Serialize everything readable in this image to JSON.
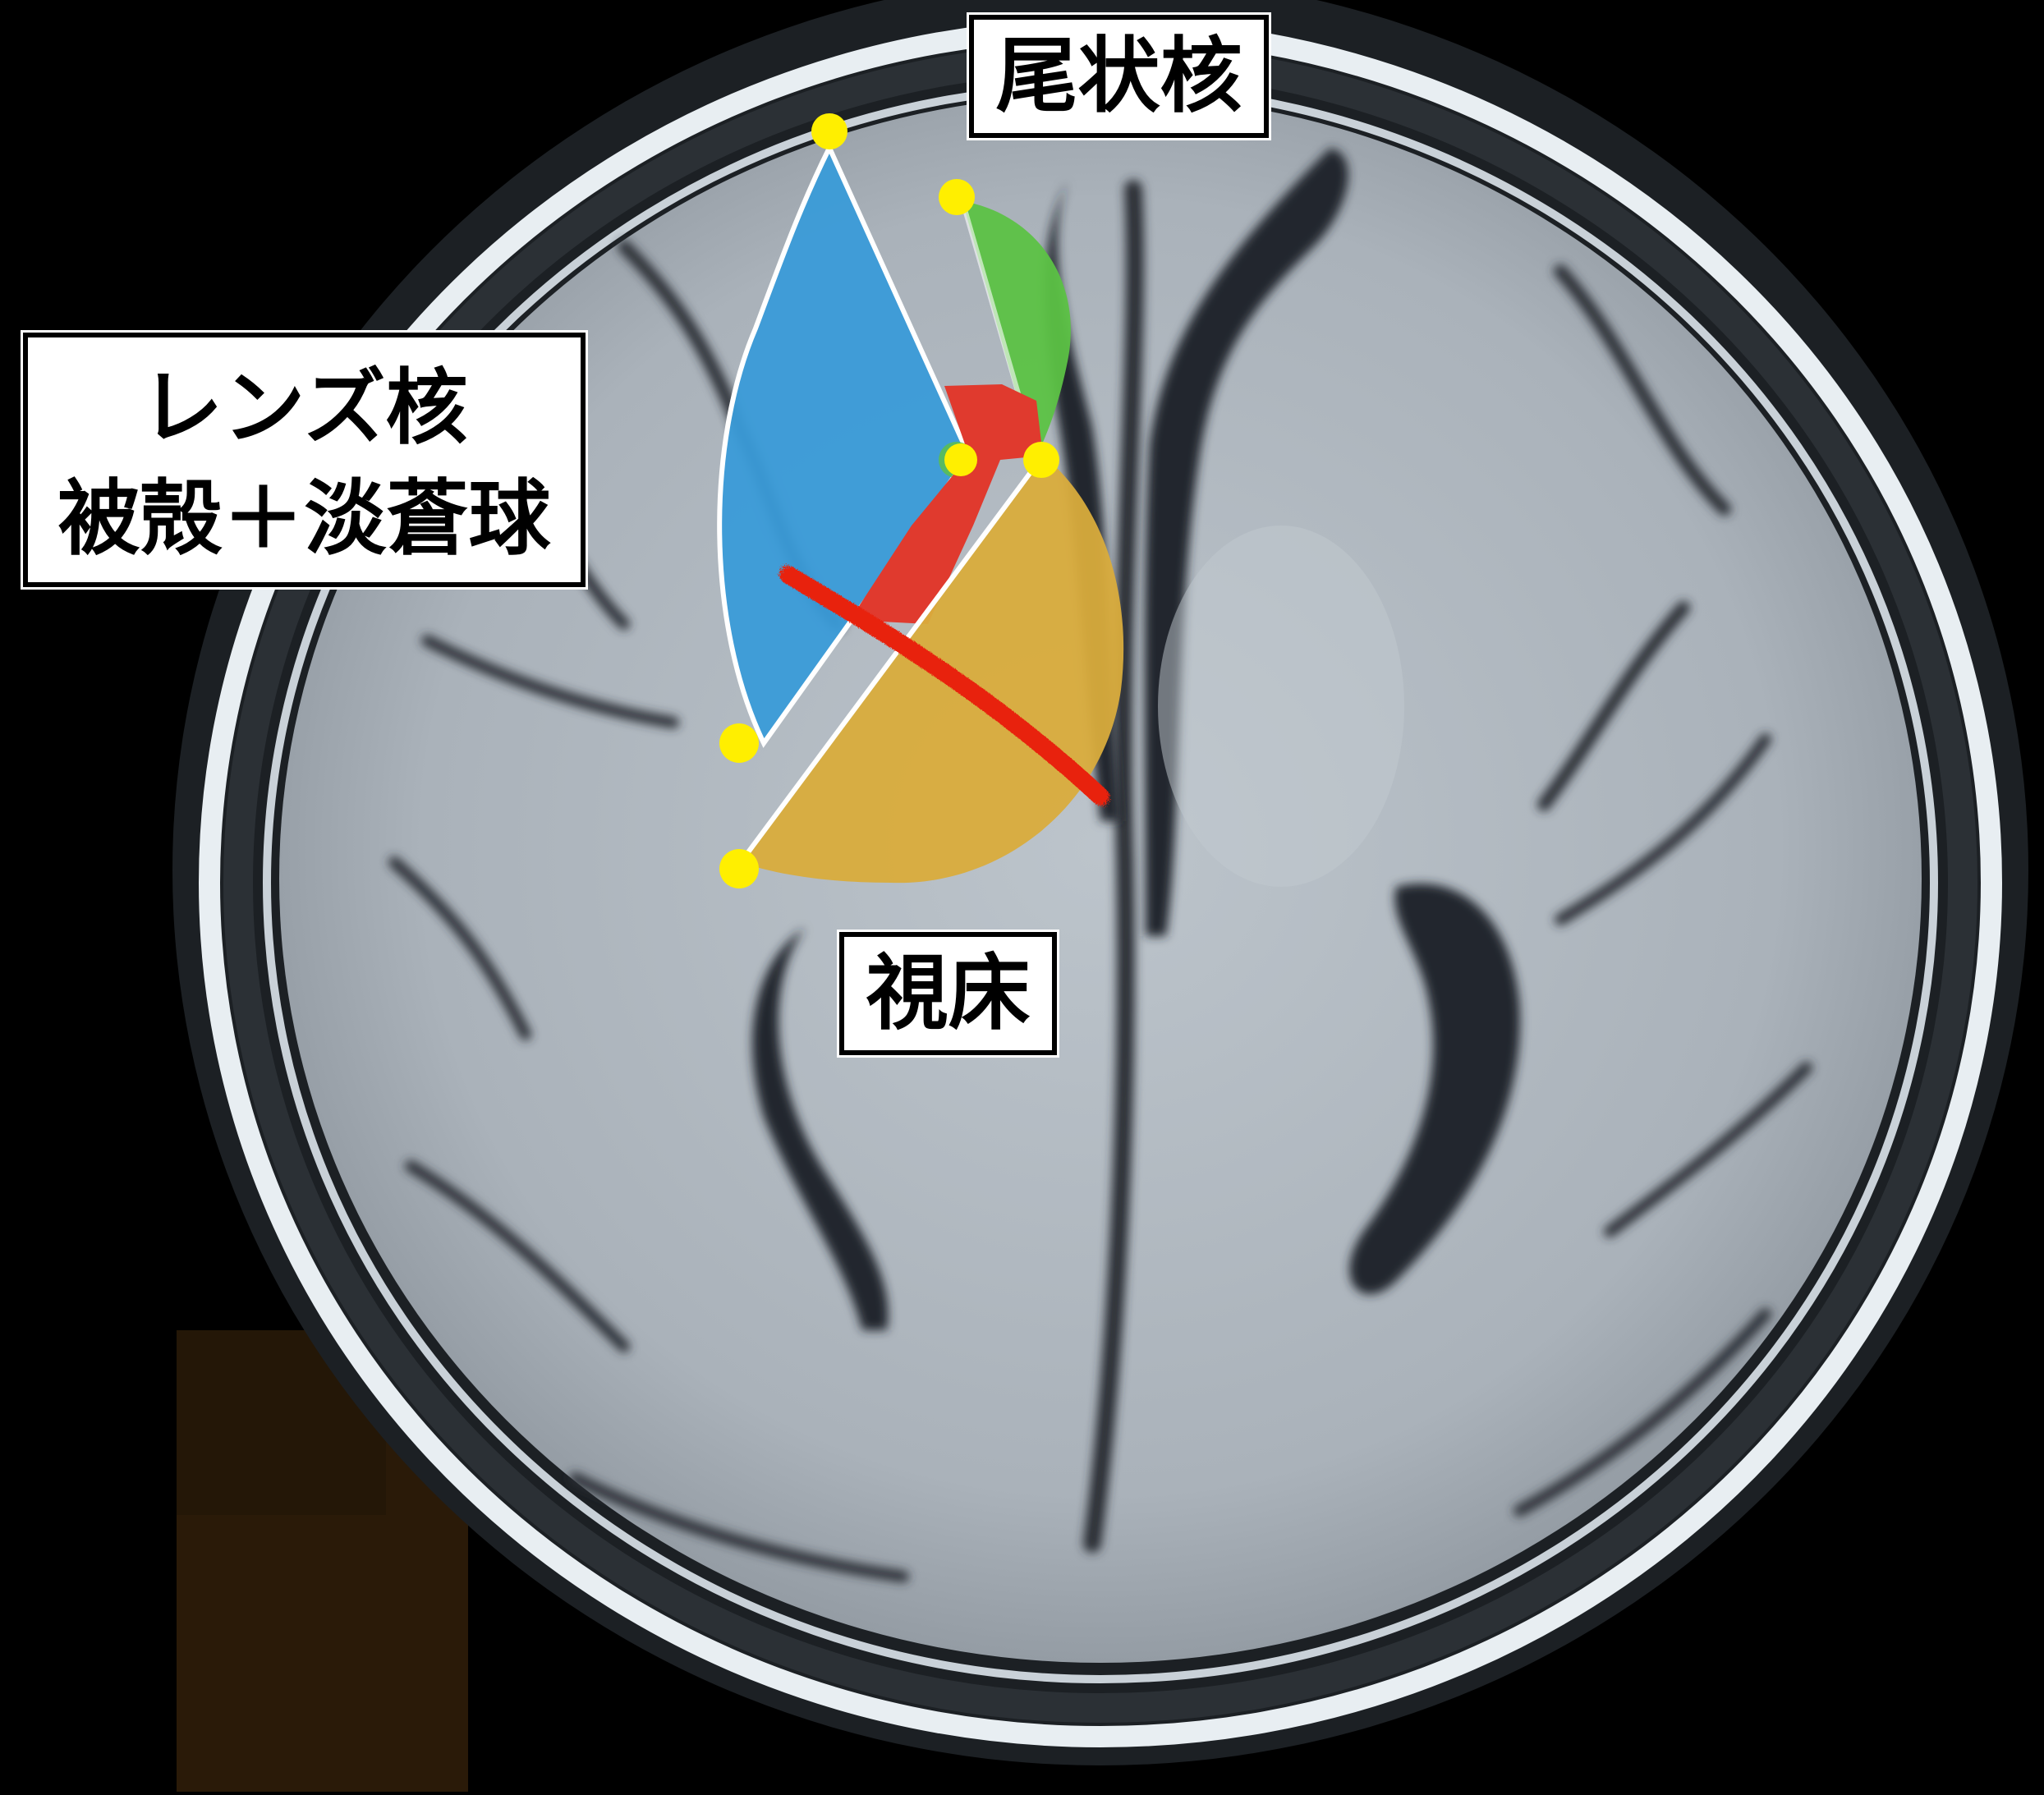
{
  "labels": {
    "caudate": "尾状核",
    "lentiform_line1": "レンズ核",
    "lentiform_line2": "被殻＋淡蒼球",
    "thalamus": "視床"
  },
  "colors": {
    "background": "#000000",
    "brain_tissue": "#b4bcc4",
    "skull_bright": "#e8eef2",
    "sulci_dark": "#2a2f36",
    "lentiform_fill": "#3a9bd8",
    "caudate_fill": "#5cc244",
    "thalamus_fill": "#d9ac3c",
    "internal_capsule_fill": "#e03a2e",
    "lesion_line": "#e8200c",
    "marker_point": "#ffef00",
    "outline": "#ffffff",
    "corner_block": "#2a1a08"
  }
}
